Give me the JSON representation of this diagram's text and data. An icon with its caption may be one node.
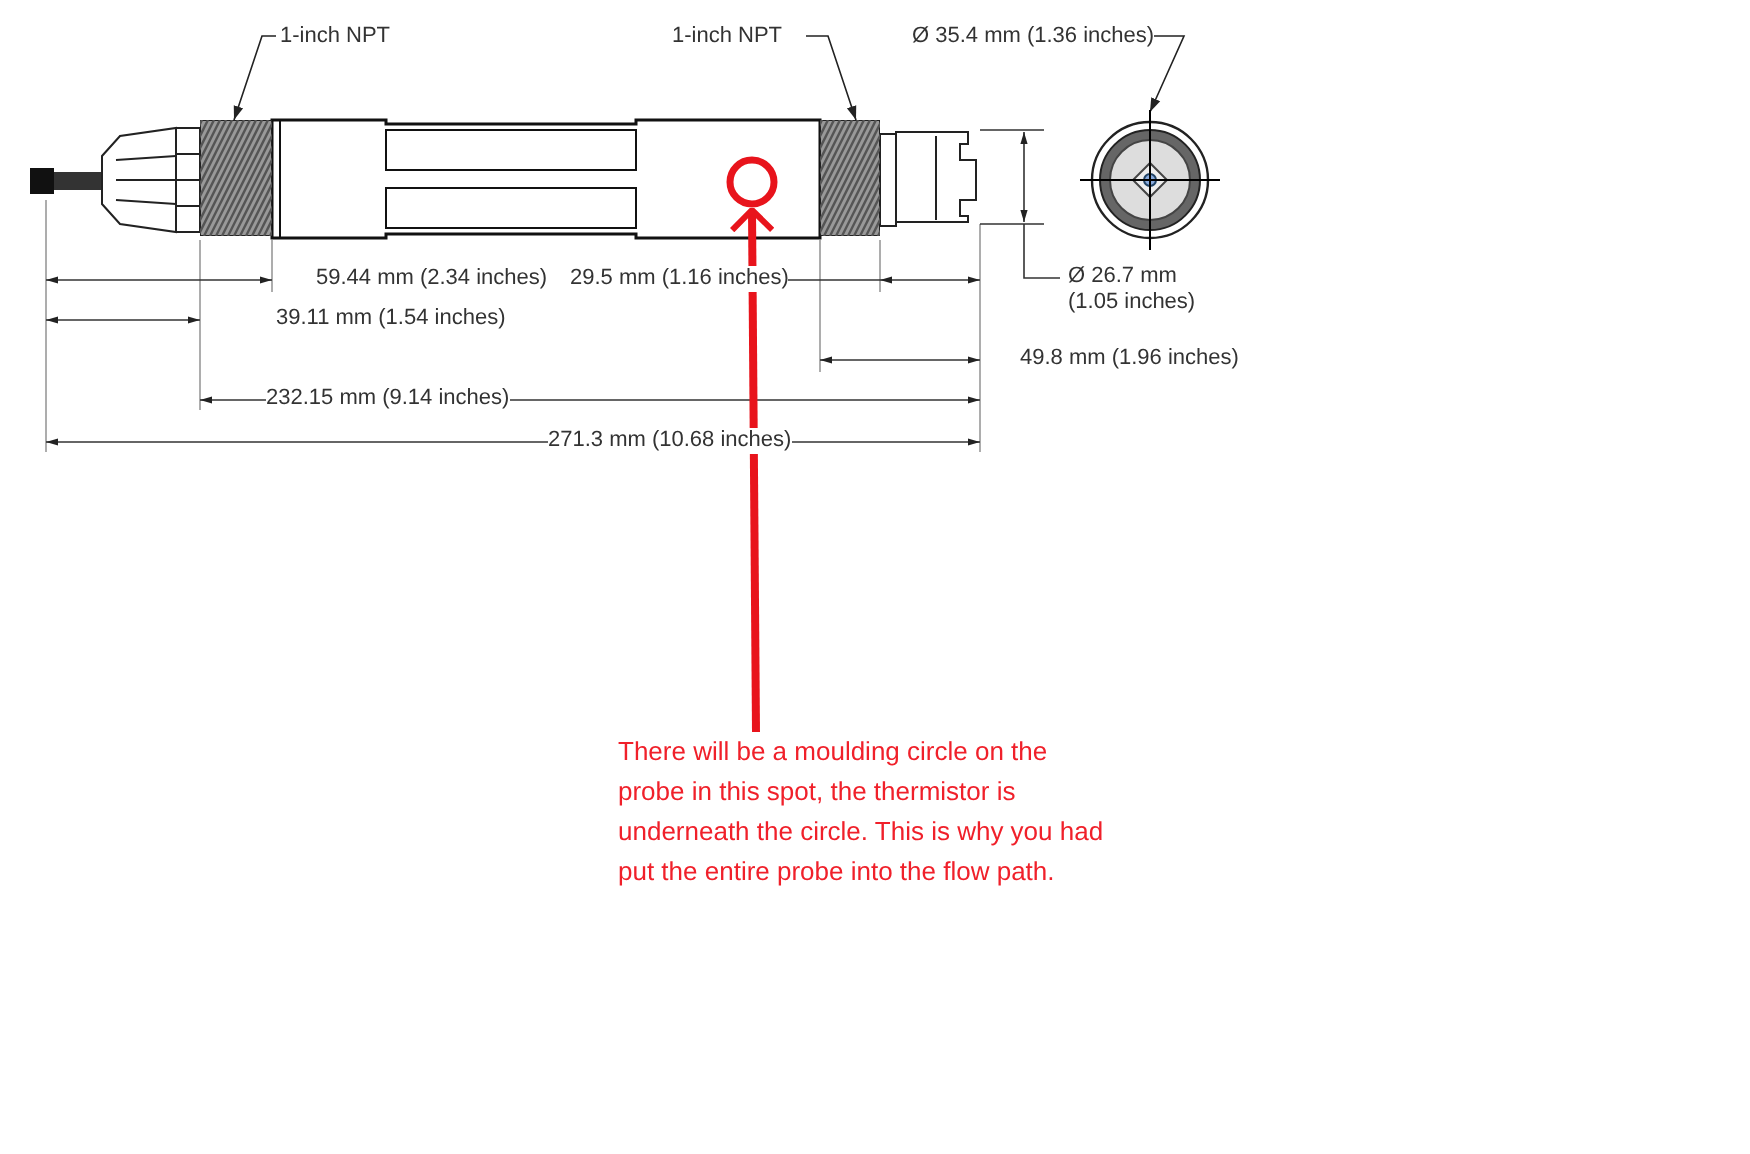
{
  "diagram": {
    "nodes": [
      {
        "text": [
          "1-inch NPT"
        ]
      },
      {
        "text": [
          "1-inch NPT"
        ]
      },
      {
        "text": [
          "Ø 35.4 mm (1.36 inches)"
        ]
      },
      {
        "text": [],
        "shape": "box"
      },
      {
        "text": [],
        "shape": "box"
      },
      {
        "text": [],
        "shape": "circle"
      },
      {
        "text": [],
        "shape": "circle"
      },
      {
        "text": [
          "There will be a moulding circle on the probe in this spot, the thermistor is underneath the circle. This is why you had put the entire probe into the flow path."
        ]
      }
    ],
    "edges": [
      {
        "from": 0,
        "to": 3,
        "arrow": "to"
      },
      {
        "from": 1,
        "to": 4,
        "arrow": "to"
      },
      {
        "from": 2,
        "to": 5,
        "arrow": "to"
      },
      {
        "from": 7,
        "to": 6,
        "arrow": "to",
        "style": "thick",
        "color": "#e8141c"
      }
    ],
    "labels": [
      "59.44 mm (2.34 inches)",
      "29.5 mm (1.16 inches)",
      "Ø 26.7 mm (1.05 inches)",
      "39.11 mm (1.54 inches)",
      "49.8 mm (1.96 inches)",
      "232.15 mm (9.14 inches)",
      "271.3 mm (10.68 inches)"
    ]
  }
}
